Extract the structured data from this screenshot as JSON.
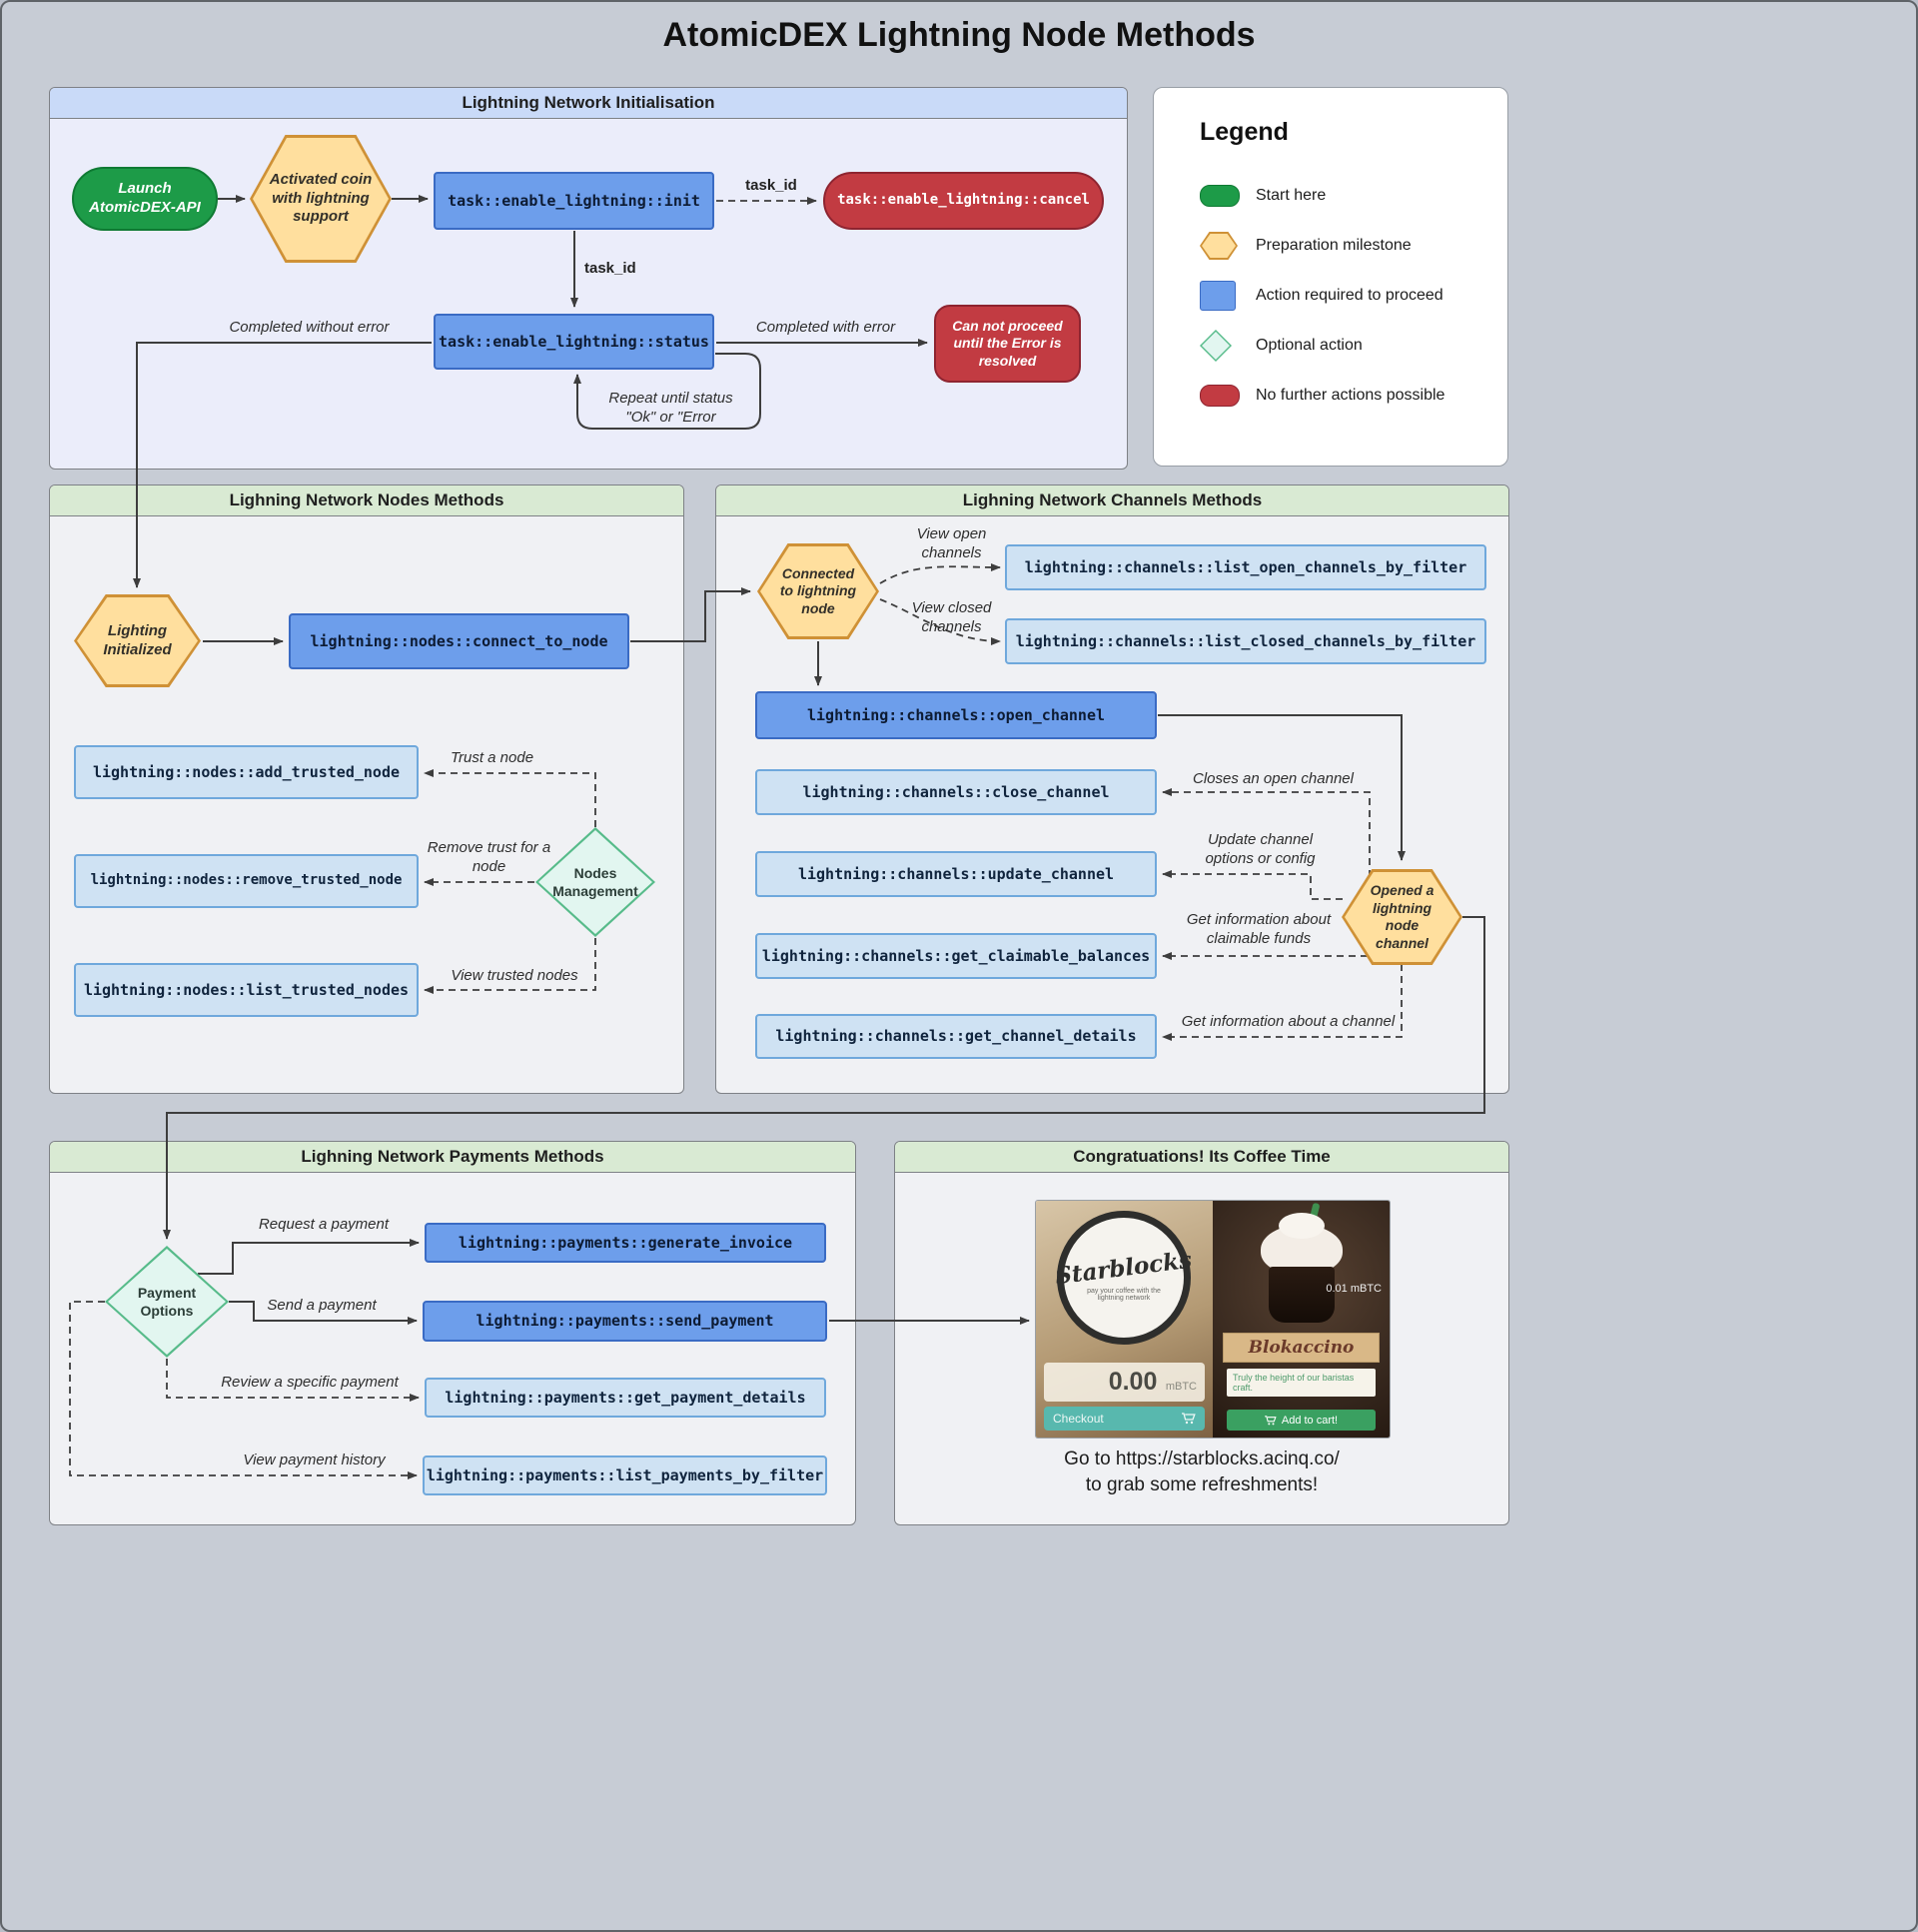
{
  "title": "AtomicDEX Lightning Node Methods",
  "colors": {
    "action_blue": "#6d9eeb",
    "action_blue_light": "#cfe2f3",
    "start_green": "#1d9b48",
    "terminal_red": "#c23b42",
    "milestone_orange": "#ffdf9e",
    "optional_teal": "#e2f6f0"
  },
  "legend": {
    "title": "Legend",
    "items": [
      {
        "label": "Start here"
      },
      {
        "label": "Preparation milestone"
      },
      {
        "label": "Action required to proceed"
      },
      {
        "label": "Optional action"
      },
      {
        "label": "No further actions possible"
      }
    ]
  },
  "sections": {
    "init_title": "Lightning Network Initialisation",
    "nodes_title": "Lighning Network Nodes Methods",
    "channels_title": "Lighning Network Channels Methods",
    "payments_title": "Lighning Network Payments Methods",
    "coffee_title": "Congratuations! Its Coffee Time"
  },
  "nodes": {
    "launch": "Launch AtomicDEX-API",
    "activated_coin": "Activated coin with lightning support",
    "init": "task::enable_lightning::init",
    "cancel": "task::enable_lightning::cancel",
    "status": "task::enable_lightning::status",
    "cannot_proceed": "Can not proceed until the Error is resolved",
    "lighting_initialized": "Lighting Initialized",
    "connect_to_node": "lightning::nodes::connect_to_node",
    "add_trusted_node": "lightning::nodes::add_trusted_node",
    "remove_trusted_node": "lightning::nodes::remove_trusted_node",
    "list_trusted_nodes": "lightning::nodes::list_trusted_nodes",
    "nodes_management": "Nodes Management",
    "connected_node": "Connected to lightning node",
    "list_open_channels": "lightning::channels::list_open_channels_by_filter",
    "list_closed_channels": "lightning::channels::list_closed_channels_by_filter",
    "open_channel": "lightning::channels::open_channel",
    "close_channel": "lightning::channels::close_channel",
    "update_channel": "lightning::channels::update_channel",
    "get_claimable_balances": "lightning::channels::get_claimable_balances",
    "get_channel_details": "lightning::channels::get_channel_details",
    "opened_channel": "Opened a lightning node channel",
    "payment_options": "Payment Options",
    "generate_invoice": "lightning::payments::generate_invoice",
    "send_payment": "lightning::payments::send_payment",
    "get_payment_details": "lightning::payments::get_payment_details",
    "list_payments": "lightning::payments::list_payments_by_filter"
  },
  "edges": {
    "task_id": "task_id",
    "completed_without_error": "Completed without error",
    "completed_with_error": "Completed with error",
    "repeat_until": "Repeat until status \"Ok\" or \"Error",
    "trust_a_node": "Trust a node",
    "remove_trust": "Remove trust for a node",
    "view_trusted": "View trusted nodes",
    "view_open_channels": "View open channels",
    "view_closed_channels": "View closed channels",
    "closes_open_channel": "Closes an open channel",
    "update_channel_options": "Update channel options or config",
    "claimable_funds_info": "Get information about claimable funds",
    "channel_info": "Get information about a channel",
    "request_payment": "Request a payment",
    "send_a_payment": "Send a payment",
    "review_payment": "Review a specific payment",
    "view_payment_history": "View payment history"
  },
  "coffee": {
    "brand": "Starblocks",
    "tagline": "pay your coffee with the lightning network",
    "cart_total": "0.00",
    "currency": "mBTC",
    "checkout_label": "Checkout",
    "item_price": "0.01 mBTC",
    "item_name": "Blokaccino",
    "item_desc": "Truly the height of our baristas craft.",
    "add_to_cart_label": "Add to cart!",
    "link_line1": "Go to https://starblocks.acinq.co/",
    "link_line2": "to grab some refreshments!"
  }
}
